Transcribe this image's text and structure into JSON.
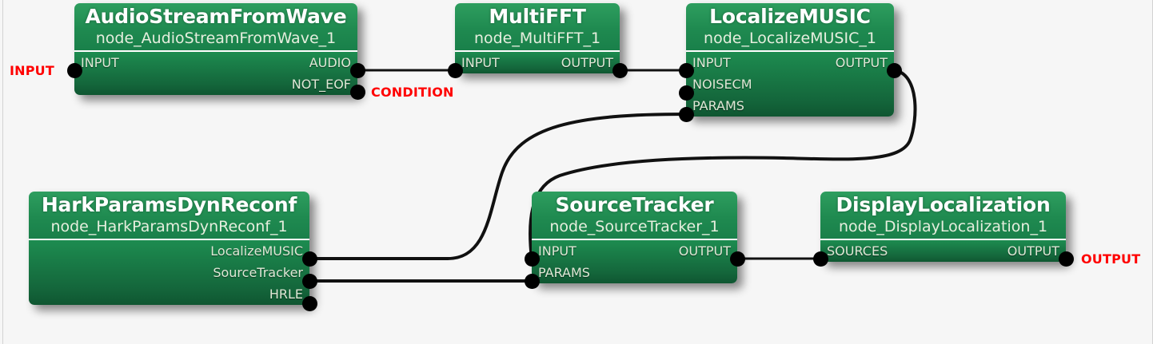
{
  "canvas": {
    "background": "#f6f6f6",
    "node_header_color": "#1f8a50",
    "node_body_color": "#14663b",
    "port_color": "#000000",
    "terminal_color": "#ff0000",
    "edge_color": "#000000"
  },
  "nodes": [
    {
      "id": "AudioStreamFromWave",
      "title": "AudioStreamFromWave",
      "subtitle": "node_AudioStreamFromWave_1",
      "inputs": [
        "INPUT"
      ],
      "outputs": [
        "AUDIO",
        "NOT_EOF"
      ]
    },
    {
      "id": "MultiFFT",
      "title": "MultiFFT",
      "subtitle": "node_MultiFFT_1",
      "inputs": [
        "INPUT"
      ],
      "outputs": [
        "OUTPUT"
      ]
    },
    {
      "id": "LocalizeMUSIC",
      "title": "LocalizeMUSIC",
      "subtitle": "node_LocalizeMUSIC_1",
      "inputs": [
        "INPUT",
        "NOISECM",
        "PARAMS"
      ],
      "outputs": [
        "OUTPUT"
      ]
    },
    {
      "id": "HarkParamsDynReconf",
      "title": "HarkParamsDynReconf",
      "subtitle": "node_HarkParamsDynReconf_1",
      "inputs": [],
      "outputs": [
        "LocalizeMUSIC",
        "SourceTracker",
        "HRLE"
      ]
    },
    {
      "id": "SourceTracker",
      "title": "SourceTracker",
      "subtitle": "node_SourceTracker_1",
      "inputs": [
        "INPUT",
        "PARAMS"
      ],
      "outputs": [
        "OUTPUT"
      ]
    },
    {
      "id": "DisplayLocalization",
      "title": "DisplayLocalization",
      "subtitle": "node_DisplayLocalization_1",
      "inputs": [
        "SOURCES"
      ],
      "outputs": [
        "OUTPUT"
      ]
    }
  ],
  "terminals": [
    {
      "id": "terminal-input",
      "label": "INPUT"
    },
    {
      "id": "terminal-condition",
      "label": "CONDITION"
    },
    {
      "id": "terminal-output",
      "label": "OUTPUT"
    }
  ],
  "edges": [
    {
      "from": "AudioStreamFromWave.AUDIO",
      "to": "MultiFFT.INPUT"
    },
    {
      "from": "MultiFFT.OUTPUT",
      "to": "LocalizeMUSIC.INPUT"
    },
    {
      "from": "HarkParamsDynReconf.LocalizeMUSIC",
      "to": "LocalizeMUSIC.PARAMS"
    },
    {
      "from": "HarkParamsDynReconf.SourceTracker",
      "to": "SourceTracker.PARAMS"
    },
    {
      "from": "LocalizeMUSIC.OUTPUT",
      "to": "SourceTracker.INPUT"
    },
    {
      "from": "SourceTracker.OUTPUT",
      "to": "DisplayLocalization.SOURCES"
    }
  ]
}
